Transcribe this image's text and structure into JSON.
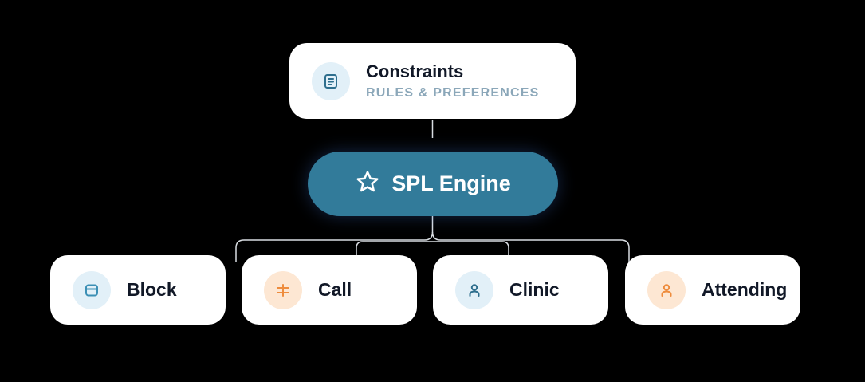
{
  "constraints": {
    "title": "Constraints",
    "subtitle": "RULES & PREFERENCES",
    "icon": "document-icon"
  },
  "engine": {
    "label": "SPL Engine",
    "icon": "star-icon"
  },
  "outputs": [
    {
      "label": "Block",
      "icon": "calendar-icon"
    },
    {
      "label": "Call",
      "icon": "call-schedule-icon"
    },
    {
      "label": "Clinic",
      "icon": "person-icon"
    },
    {
      "label": "Attending",
      "icon": "person-icon"
    }
  ],
  "colors": {
    "background": "#000000",
    "engine": "#327b9a",
    "accent_blue": "#3b8fb5",
    "accent_orange": "#ee8c3d",
    "connector": "#d9dde2",
    "subtitle": "#8ba7b9"
  }
}
